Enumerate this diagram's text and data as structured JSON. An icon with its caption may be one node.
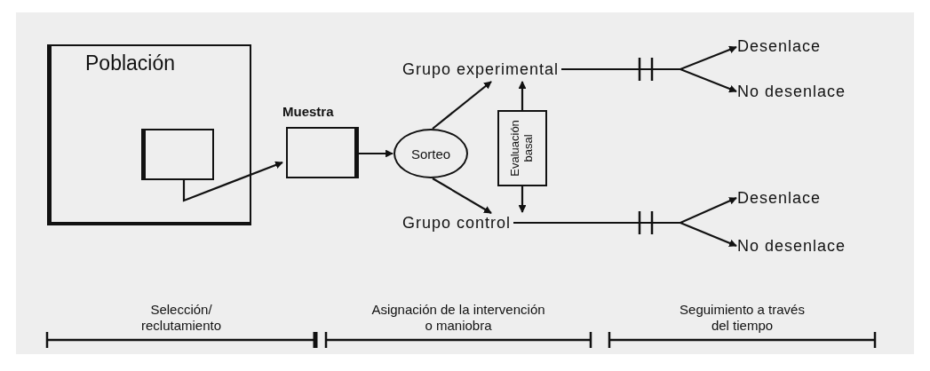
{
  "diagram": {
    "nodes": [
      {
        "text": [
          "Población"
        ]
      },
      {
        "text": [],
        "shape": "box",
        "in": 0
      },
      {
        "text": [
          "Muestra"
        ]
      },
      {
        "text": [
          "Sorteo"
        ]
      },
      {
        "text": [
          "Grupo experimental"
        ]
      },
      {
        "text": [
          "Grupo control"
        ]
      },
      {
        "text": [
          "Evaluación basal"
        ]
      },
      {
        "text": [
          "Desenlace"
        ]
      },
      {
        "text": [
          "No desenlace"
        ]
      },
      {
        "text": [
          "Desenlace"
        ]
      },
      {
        "text": [
          "No desenlace"
        ]
      }
    ],
    "edges": [
      {
        "from": 1,
        "to": 2,
        "arrow": "to"
      },
      {
        "from": 2,
        "to": 3,
        "arrow": "to"
      },
      {
        "from": 3,
        "to": 4,
        "arrow": "to"
      },
      {
        "from": 3,
        "to": 5,
        "arrow": "to"
      },
      {
        "from": 6,
        "to": 4,
        "arrow": "to"
      },
      {
        "from": 6,
        "to": 5,
        "arrow": "to"
      },
      {
        "from": 4,
        "to": 7,
        "arrow": "to"
      },
      {
        "from": 4,
        "to": 8,
        "arrow": "to"
      },
      {
        "from": 5,
        "to": 9,
        "arrow": "to"
      },
      {
        "from": 5,
        "to": 10,
        "arrow": "to"
      }
    ],
    "labels": [
      "Selección/ reclutamiento",
      "Asignación de la intervención o maniobra",
      "Seguimiento a través del tiempo"
    ]
  }
}
